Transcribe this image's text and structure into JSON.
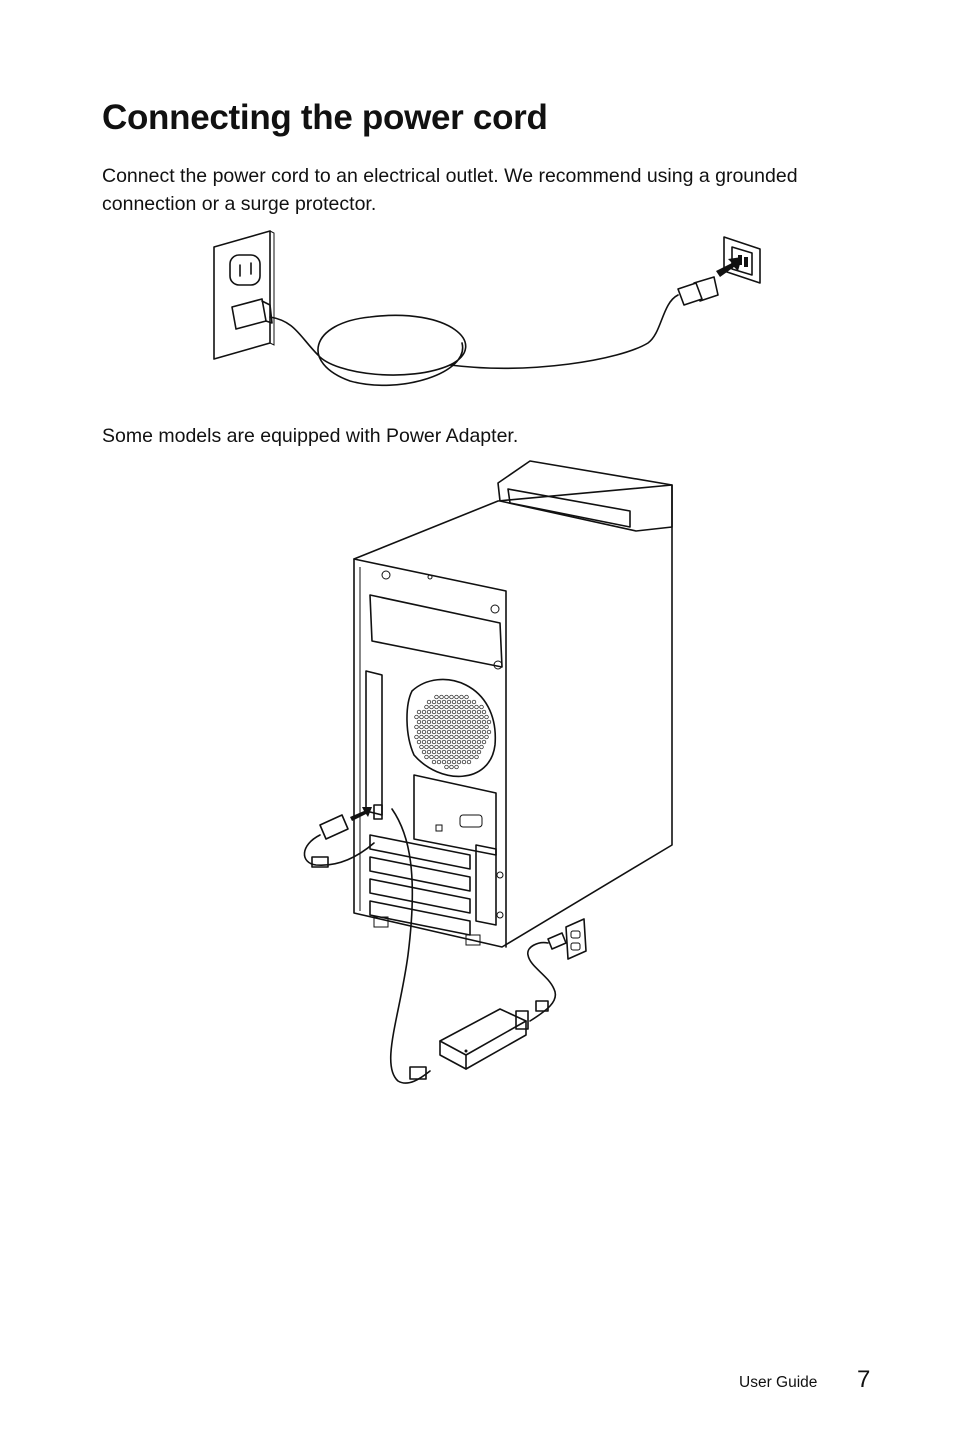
{
  "page": {
    "title": "Connecting the power cord",
    "paragraph1": "Connect the power cord to an electrical outlet. We recommend using a grounded connection or a surge protector.",
    "paragraph2": "Some models are equipped with Power Adapter."
  },
  "footer": {
    "label": "User Guide",
    "page_number": "7"
  }
}
